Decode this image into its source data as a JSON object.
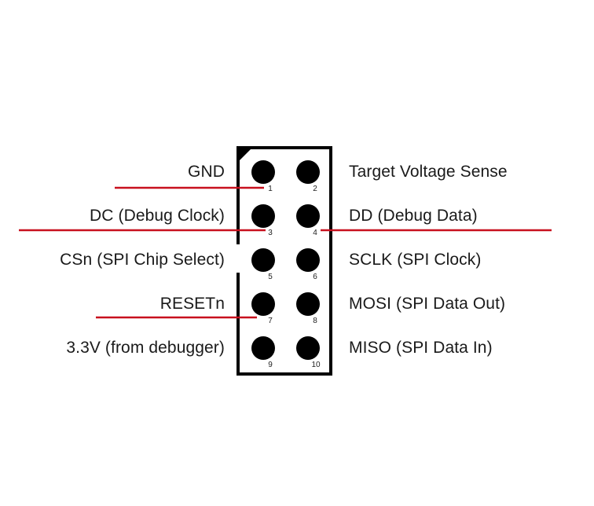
{
  "connector": {
    "pins": [
      {
        "number": "1",
        "label": "GND",
        "side": "left",
        "wired": true
      },
      {
        "number": "2",
        "label": "Target Voltage Sense",
        "side": "right",
        "wired": false
      },
      {
        "number": "3",
        "label": "DC (Debug Clock)",
        "side": "left",
        "wired": true
      },
      {
        "number": "4",
        "label": "DD (Debug Data)",
        "side": "right",
        "wired": true
      },
      {
        "number": "5",
        "label": "CSn (SPI Chip Select)",
        "side": "left",
        "wired": false
      },
      {
        "number": "6",
        "label": "SCLK (SPI Clock)",
        "side": "right",
        "wired": false
      },
      {
        "number": "7",
        "label": "RESETn",
        "side": "left",
        "wired": true
      },
      {
        "number": "8",
        "label": "MOSI (SPI Data Out)",
        "side": "right",
        "wired": false
      },
      {
        "number": "9",
        "label": "3.3V (from debugger)",
        "side": "left",
        "wired": false
      },
      {
        "number": "10",
        "label": "MISO (SPI Data In)",
        "side": "right",
        "wired": false
      }
    ]
  },
  "colors": {
    "wire": "#c8101e",
    "pin_fill": "#000000",
    "outline": "#000000",
    "label_text": "#1a1a1a"
  }
}
